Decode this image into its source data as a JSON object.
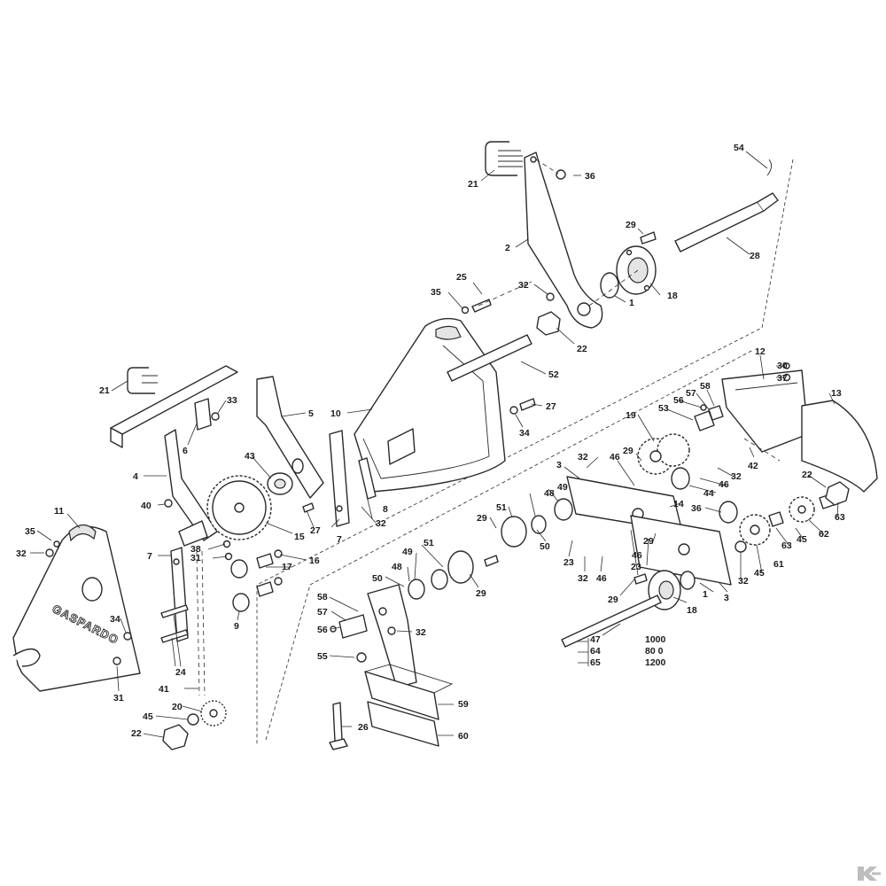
{
  "brand_label": "GASPARDO",
  "colors": {
    "line": "#2a2a2a",
    "background": "#ffffff",
    "logo": "#bdbdbd"
  },
  "icons": {
    "corner_logo": "kramp-k-logo-icon"
  },
  "callouts": [
    "1",
    "2",
    "3",
    "4",
    "5",
    "6",
    "7",
    "8",
    "9",
    "10",
    "11",
    "12",
    "13",
    "14",
    "15",
    "16",
    "17",
    "18",
    "19",
    "20",
    "21",
    "22",
    "23",
    "24",
    "25",
    "26",
    "27",
    "28",
    "29",
    "30",
    "31",
    "32",
    "33",
    "34",
    "35",
    "36",
    "37",
    "38",
    "40",
    "41",
    "42",
    "43",
    "44",
    "45",
    "46",
    "47",
    "48",
    "49",
    "50",
    "51",
    "52",
    "53",
    "54",
    "55",
    "56",
    "57",
    "58",
    "59",
    "60",
    "61",
    "62",
    "63",
    "64",
    "65"
  ],
  "length_table": [
    {
      "part": "47",
      "length": "1000"
    },
    {
      "part": "64",
      "length": "80 0"
    },
    {
      "part": "65",
      "length": "1200"
    }
  ]
}
